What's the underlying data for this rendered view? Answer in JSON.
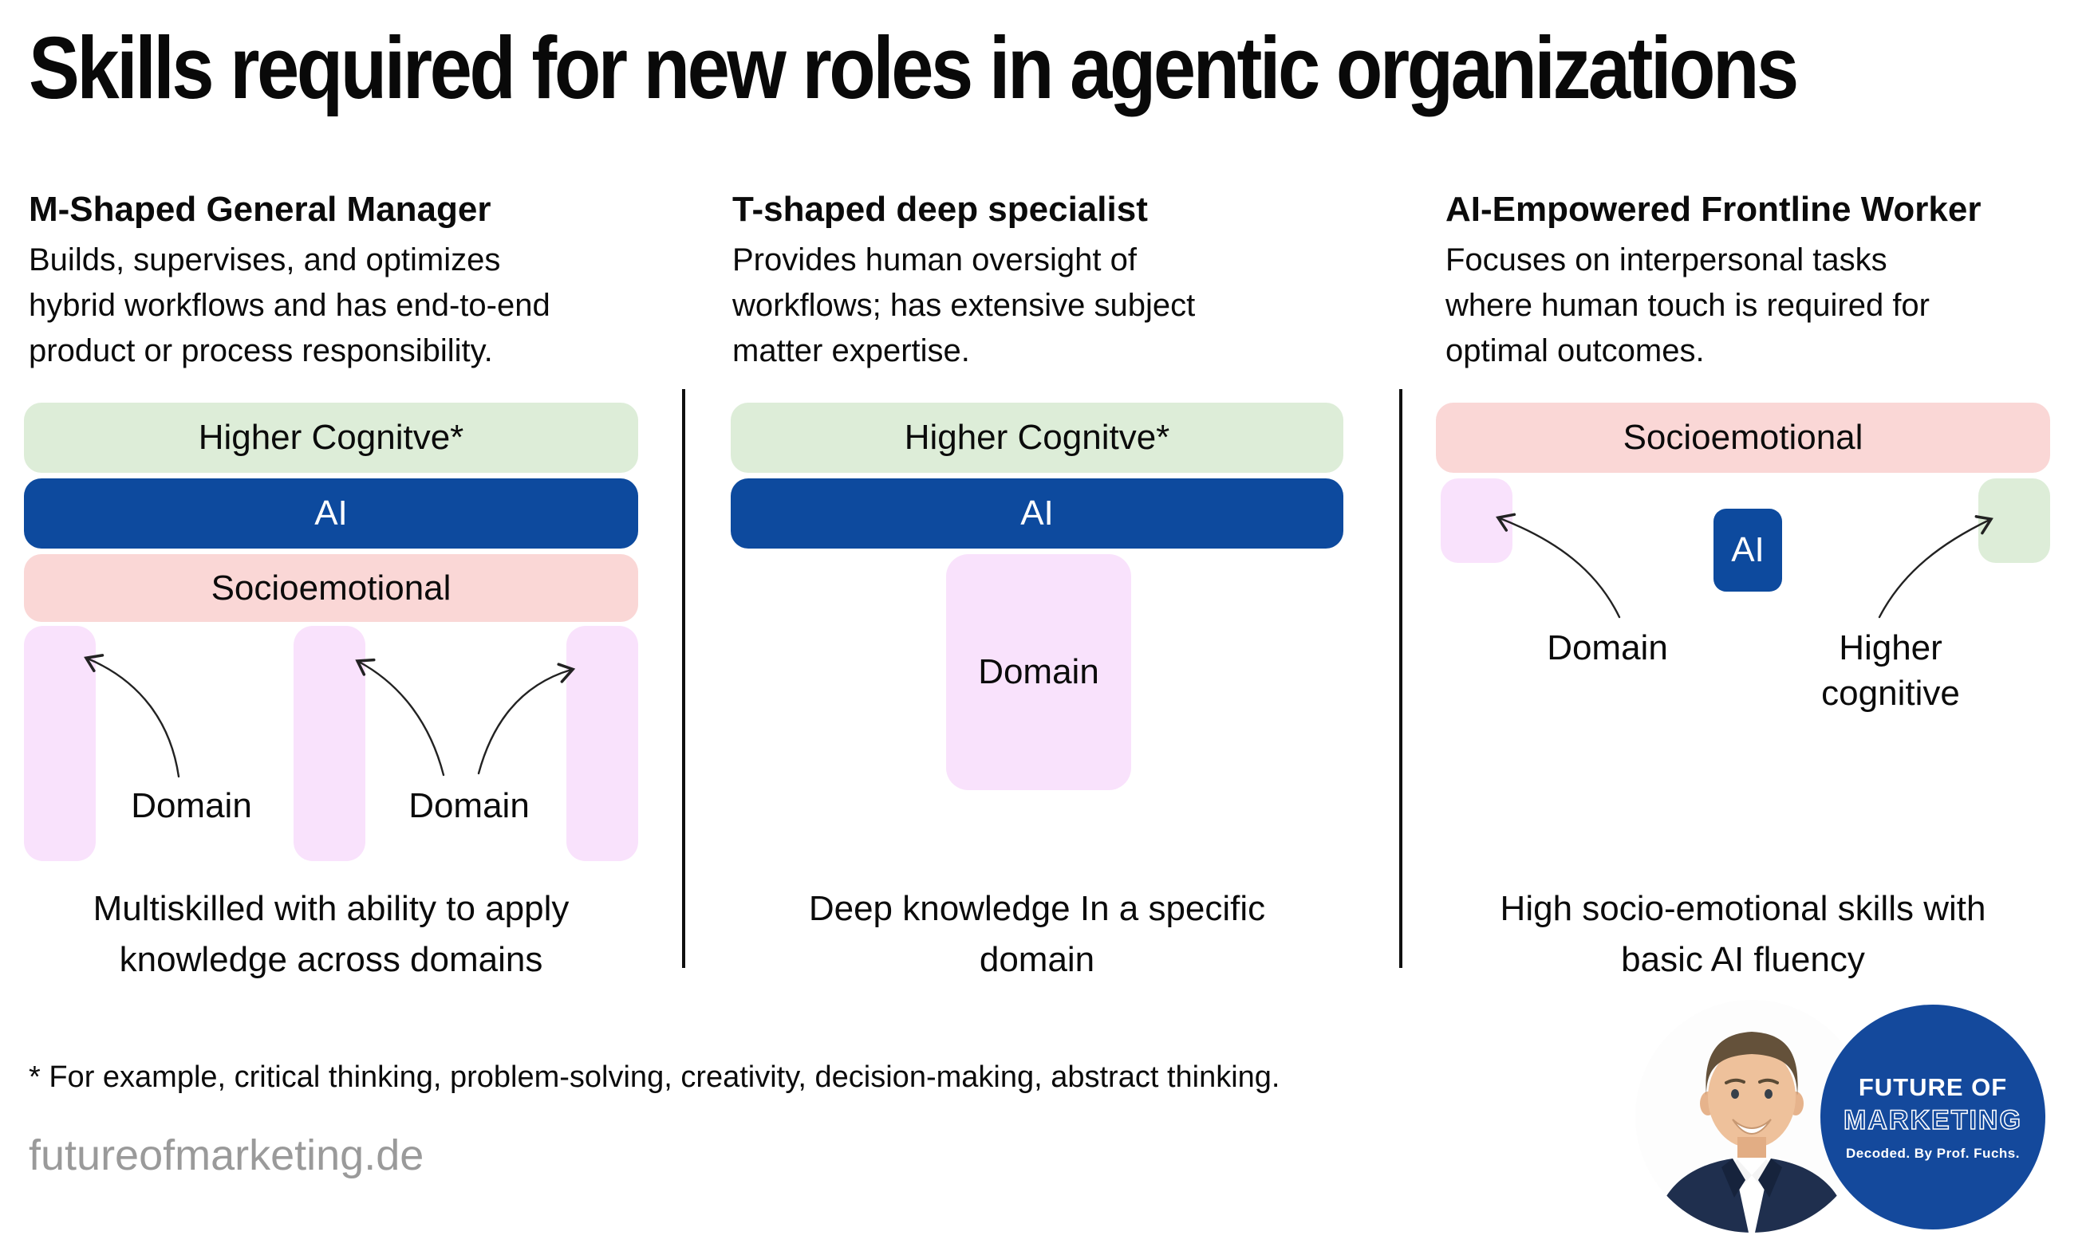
{
  "page": {
    "title": "Skills required for new roles in agentic organizations",
    "footnote": "* For example, critical thinking, problem-solving, creativity, decision-making, abstract thinking.",
    "website": "futureofmarketing.de"
  },
  "colors": {
    "accent_blue": "#0d4a9e",
    "pastel_green": "#ddedd8",
    "pastel_pink": "#fad7d6",
    "pastel_lavender": "#f9e2fc",
    "logo_blue": "#14499c",
    "muted_gray": "#9a9a9a"
  },
  "columns": [
    {
      "heading": "M-Shaped General Manager",
      "description": "Builds, supervises, and optimizes\nhybrid workflows and has end-to-end\nproduct or process responsibility.",
      "bar_higher_cognitive": "Higher Cognitve*",
      "bar_ai": "AI",
      "bar_socioemotional": "Socioemotional",
      "domain_label_1": "Domain",
      "domain_label_2": "Domain",
      "caption": "Multiskilled with ability to apply\nknowledge across domains"
    },
    {
      "heading": "T-shaped deep specialist",
      "description": "Provides human oversight of\nworkflows; has extensive subject\nmatter expertise.",
      "bar_higher_cognitive": "Higher Cognitve*",
      "bar_ai": "AI",
      "domain_label": "Domain",
      "caption": "Deep knowledge In a specific\ndomain"
    },
    {
      "heading": "AI-Empowered Frontline Worker",
      "description": "Focuses on interpersonal tasks\nwhere human touch is required for\noptimal outcomes.",
      "bar_socioemotional": "Socioemotional",
      "block_ai": "AI",
      "label_domain": "Domain",
      "label_higher_cognitive": "Higher\ncognitive",
      "caption": "High socio-emotional skills with\nbasic AI fluency"
    }
  ],
  "logo": {
    "line1": "FUTURE OF",
    "line2": "MARKETING",
    "line3": "Decoded. By Prof. Fuchs."
  }
}
